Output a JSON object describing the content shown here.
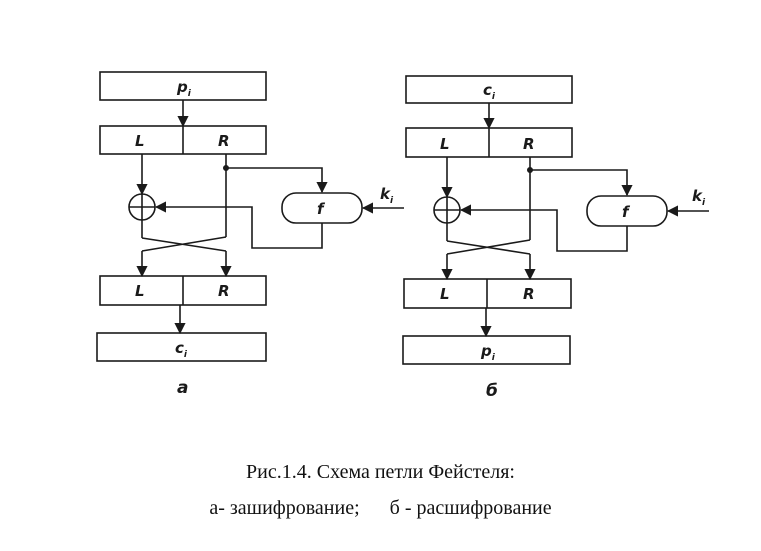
{
  "panels": [
    {
      "id": "a",
      "label": "а",
      "input": {
        "name": "p",
        "sub": "i"
      },
      "output": {
        "name": "c",
        "sub": "i"
      },
      "key": {
        "name": "k",
        "sub": "i"
      },
      "left": "L",
      "right": "R",
      "func": "f"
    },
    {
      "id": "b",
      "label": "б",
      "input": {
        "name": "c",
        "sub": "i"
      },
      "output": {
        "name": "p",
        "sub": "i"
      },
      "key": {
        "name": "k",
        "sub": "i"
      },
      "left": "L",
      "right": "R",
      "func": "f"
    }
  ],
  "caption": {
    "title": "Рис.1.4. Схема петли Фейстеля:",
    "line2_a": "а- зашифрование;",
    "line2_b": "б - расшифрование"
  },
  "colors": {
    "ink": "#1a1a1a",
    "background": "#ffffff"
  }
}
